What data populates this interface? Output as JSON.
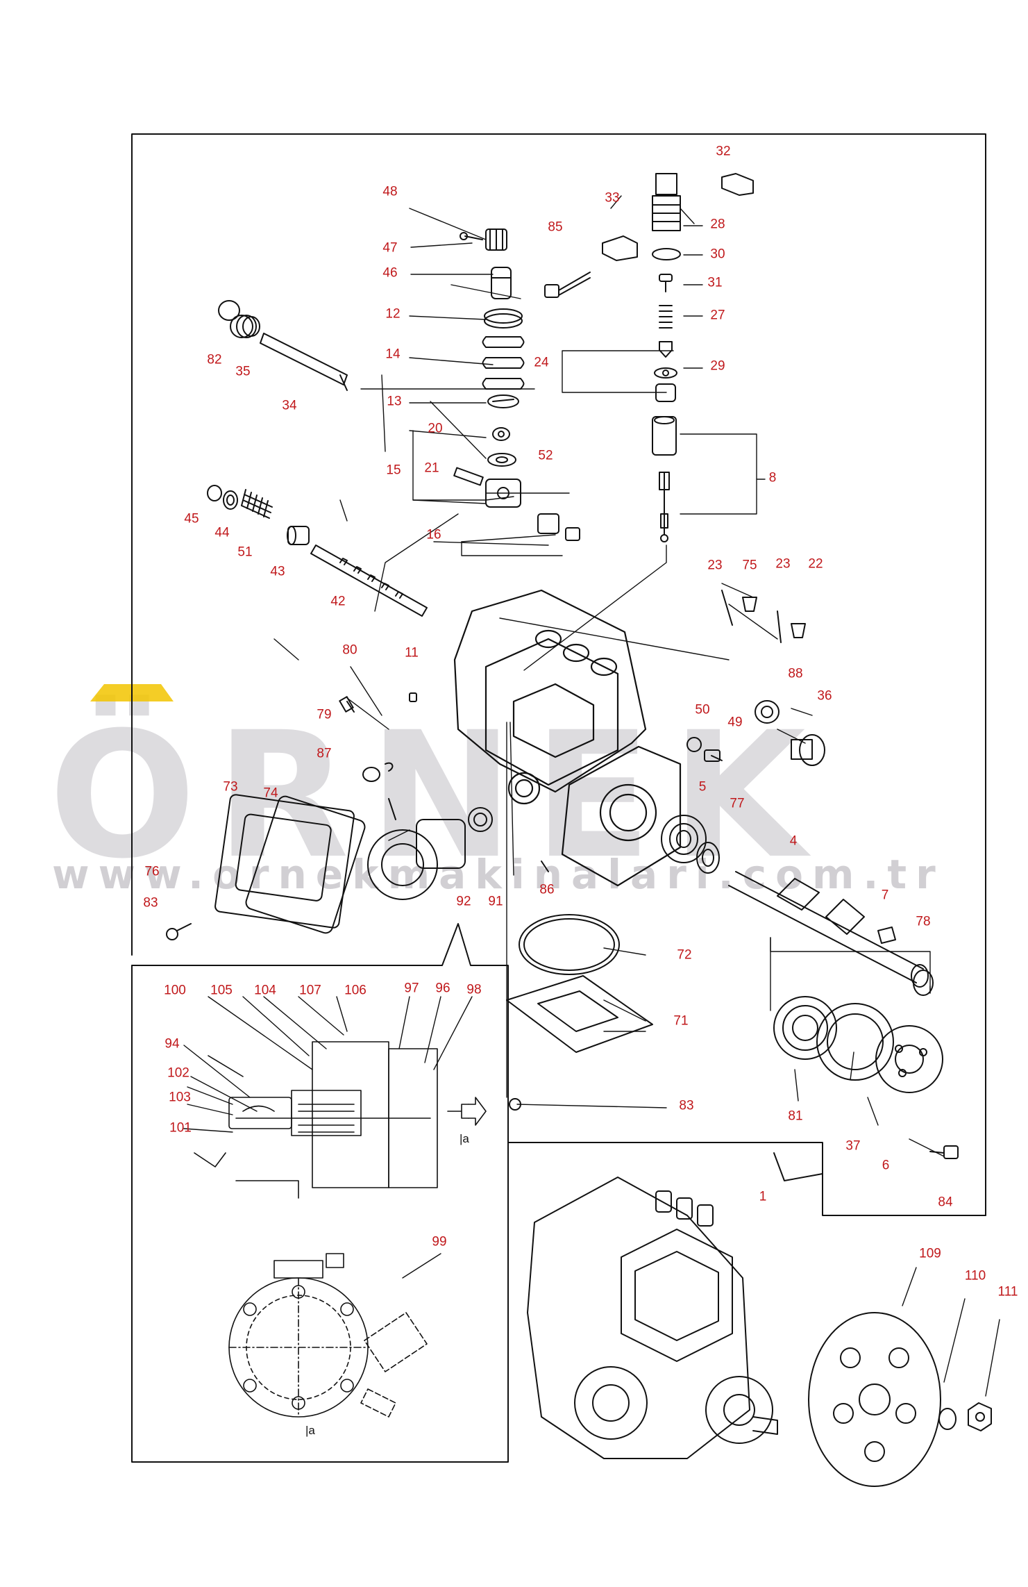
{
  "watermark": {
    "brand": "ÖRNEK",
    "url": "www.ornekmakinalari.com.tr",
    "color": "#d8d6da",
    "accent": "#f2c400"
  },
  "label_color": "#c0181b",
  "inset_marker_top": "|a",
  "inset_marker_bottom": "|a",
  "part_labels": [
    "32",
    "48",
    "33",
    "85",
    "28",
    "47",
    "30",
    "46",
    "31",
    "12",
    "82",
    "27",
    "14",
    "24",
    "29",
    "35",
    "34",
    "13",
    "20",
    "52",
    "15",
    "21",
    "8",
    "45",
    "44",
    "51",
    "16",
    "43",
    "42",
    "23",
    "75",
    "23",
    "22",
    "80",
    "11",
    "88",
    "36",
    "79",
    "50",
    "49",
    "87",
    "5",
    "77",
    "73",
    "74",
    "4",
    "76",
    "92",
    "91",
    "86",
    "7",
    "83",
    "78",
    "72",
    "100",
    "105",
    "104",
    "107",
    "106",
    "97",
    "96",
    "98",
    "71",
    "94",
    "102",
    "103",
    "101",
    "83",
    "81",
    "37",
    "6",
    "84",
    "1",
    "99",
    "109",
    "110",
    "111"
  ]
}
